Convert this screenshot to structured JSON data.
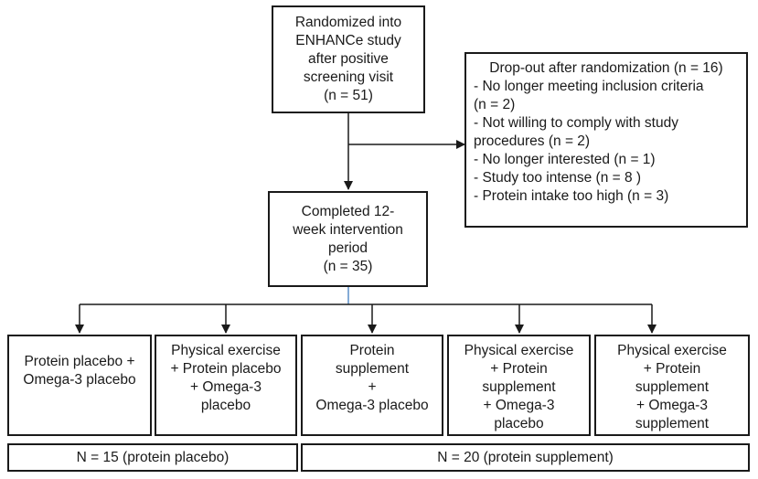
{
  "randomized": {
    "lines": [
      "Randomized into",
      "ENHANCe study",
      "after positive",
      "screening visit",
      "(n = 51)"
    ]
  },
  "dropout": {
    "title": "Drop-out after randomization (n = 16)",
    "lines": [
      "- No longer meeting inclusion criteria",
      "(n = 2)",
      "- Not willing to comply with study",
      "procedures (n = 2)",
      "- No longer interested (n = 1)",
      "- Study too intense (n = 8 )",
      "- Protein intake too high (n = 3)"
    ]
  },
  "completed": {
    "lines": [
      "Completed 12-",
      "week intervention",
      "period",
      "(n = 35)"
    ]
  },
  "arms": [
    {
      "lines": [
        "Protein placebo +",
        "Omega-3 placebo"
      ]
    },
    {
      "lines": [
        "Physical exercise",
        "+ Protein placebo",
        "+ Omega-3",
        "placebo"
      ]
    },
    {
      "lines": [
        "Protein",
        "supplement",
        "+",
        "Omega-3 placebo"
      ]
    },
    {
      "lines": [
        "Physical exercise",
        "+ Protein",
        "supplement",
        "+ Omega-3",
        "placebo"
      ]
    },
    {
      "lines": [
        "Physical exercise",
        "+ Protein",
        "supplement",
        "+ Omega-3",
        "supplement"
      ]
    }
  ],
  "totals": {
    "placebo": "N = 15 (protein placebo)",
    "supplement": "N = 20 (protein supplement)"
  },
  "colors": {
    "line": "#1a1a1a",
    "accent_line": "#5b8fc9"
  }
}
